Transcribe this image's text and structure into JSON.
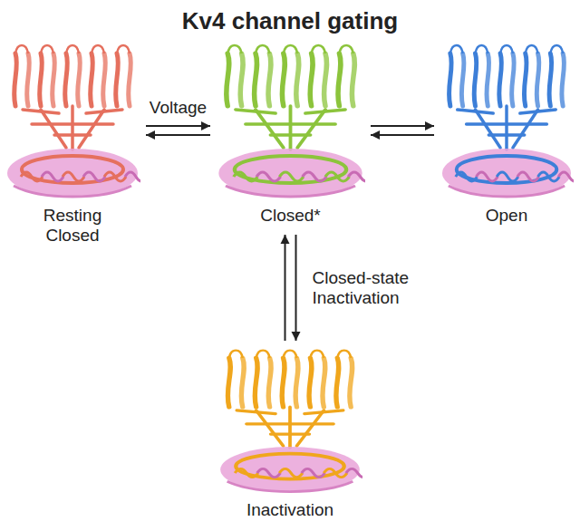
{
  "diagram": {
    "title": "Kv4 channel gating",
    "nodes": [
      {
        "text": [
          "Resting Closed"
        ]
      },
      {
        "text": [
          "Closed*"
        ]
      },
      {
        "text": [
          "Open"
        ]
      },
      {
        "text": [
          "Inactivation"
        ]
      }
    ],
    "edges": [
      {
        "from": 0,
        "to": 1,
        "arrow": "both",
        "label": "Voltage"
      },
      {
        "from": 1,
        "to": 2,
        "arrow": "both"
      },
      {
        "from": 1,
        "to": 3,
        "arrow": "both",
        "label": "Closed-state Inactivation"
      }
    ]
  }
}
